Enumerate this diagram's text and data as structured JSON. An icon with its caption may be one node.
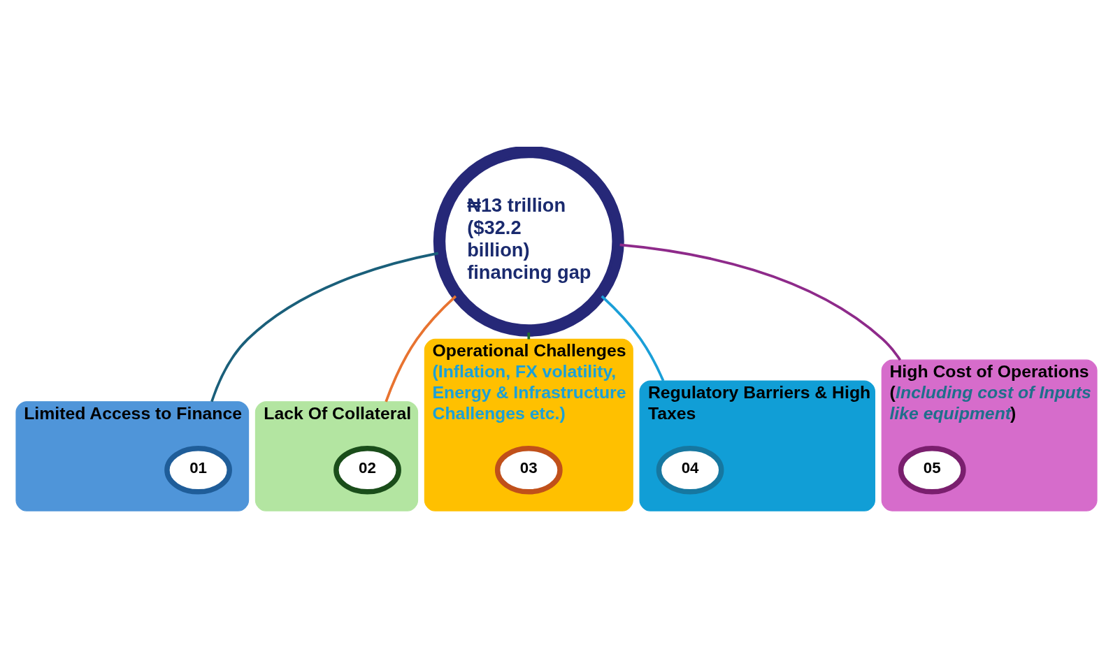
{
  "diagram": {
    "nodes": [
      {
        "text": [
          "₦13 trillion ($32.2 billion) financing gap"
        ]
      },
      {
        "text": [
          "Limited Access to Finance"
        ]
      },
      {
        "text": [
          "01"
        ],
        "in": 1
      },
      {
        "text": [
          "Lack Of Collateral"
        ]
      },
      {
        "text": [
          "02"
        ],
        "in": 3
      },
      {
        "text": [
          "Operational Challenges",
          "(Inflation, FX volatility, Energy & Infrastructure Challenges etc.)"
        ]
      },
      {
        "text": [
          "03"
        ],
        "in": 5
      },
      {
        "text": [
          "Regulatory Barriers & High Taxes"
        ]
      },
      {
        "text": [
          "04"
        ],
        "in": 7
      },
      {
        "text": [
          "High Cost of Operations (*Including cost of Inputs like equipment*)"
        ]
      },
      {
        "text": [
          "05"
        ],
        "in": 9
      }
    ],
    "edges": [
      {
        "from": 0,
        "to": 1,
        "arrow": "none",
        "color": "#1a5f7a"
      },
      {
        "from": 0,
        "to": 3,
        "arrow": "none",
        "color": "#e87330"
      },
      {
        "from": 0,
        "to": 5,
        "arrow": "none",
        "color": "#1e6b2e"
      },
      {
        "from": 0,
        "to": 7,
        "arrow": "none",
        "color": "#1a9fd8"
      },
      {
        "from": 0,
        "to": 9,
        "arrow": "none",
        "color": "#8e2a8a"
      }
    ]
  }
}
